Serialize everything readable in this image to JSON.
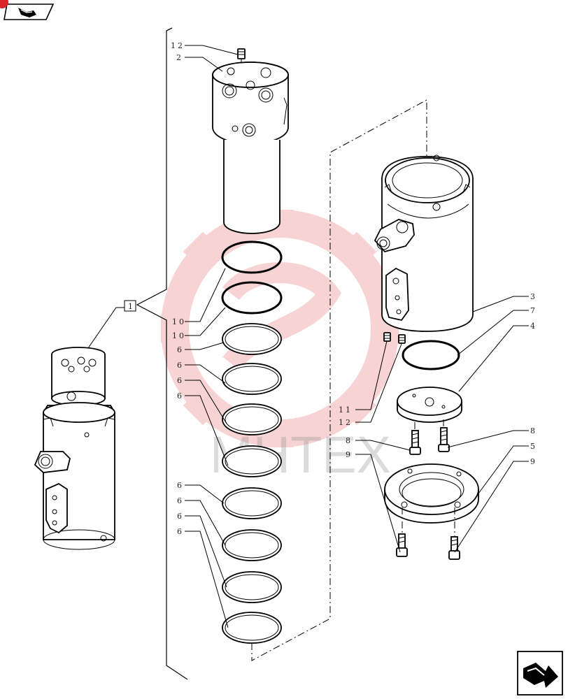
{
  "watermark": {
    "text": "MHTEX",
    "color": "#e23b3b"
  },
  "callouts": {
    "assembly_ref": "1",
    "c12_top": "12",
    "c2": "2",
    "c10a": "10",
    "c10b": "10",
    "c6a": "6",
    "c6b": "6",
    "c6c": "6",
    "c6d": "6",
    "c6e": "6",
    "c6f": "6",
    "c6g": "6",
    "c6h": "6",
    "c3": "3",
    "c7": "7",
    "c4": "4",
    "c11": "11",
    "c12": "12",
    "c8a": "8",
    "c8b": "8",
    "c9a": "9",
    "c5": "5",
    "c9b": "9"
  },
  "icons": {
    "top_nav": "page-back-arrow-icon",
    "bottom_nav": "page-forward-arrow-icon",
    "corner_marker_color": "#d9262c"
  }
}
